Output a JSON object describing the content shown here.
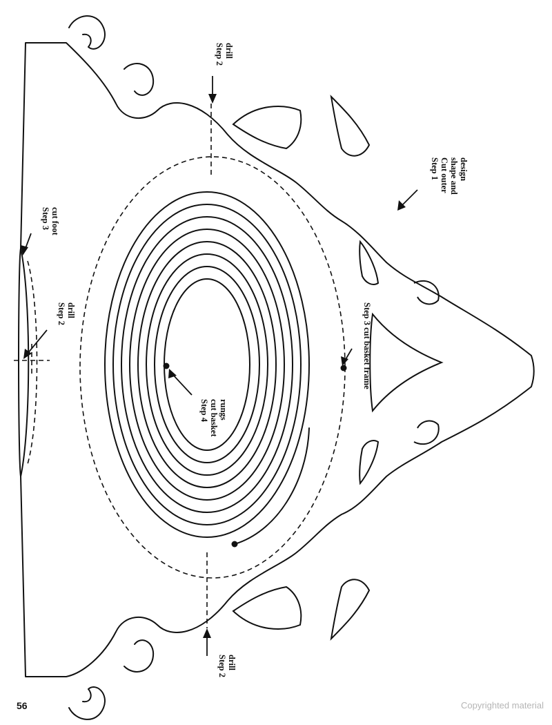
{
  "page_number": "56",
  "copyright": "Copyrighted material",
  "labels": {
    "step1": [
      "Step 1",
      "Cut outer",
      "shape and",
      "design"
    ],
    "step2_top": [
      "Step 2",
      "drill"
    ],
    "step2_left": [
      "Step 2",
      "drill"
    ],
    "step2_bottom": [
      "Step 2",
      "drill"
    ],
    "step3_foot": [
      "Step 3",
      "cut foot"
    ],
    "step3_frame": [
      "Step 3 cut basket frame"
    ],
    "step4": [
      "Step 4",
      "cut basket",
      "rungs"
    ]
  }
}
